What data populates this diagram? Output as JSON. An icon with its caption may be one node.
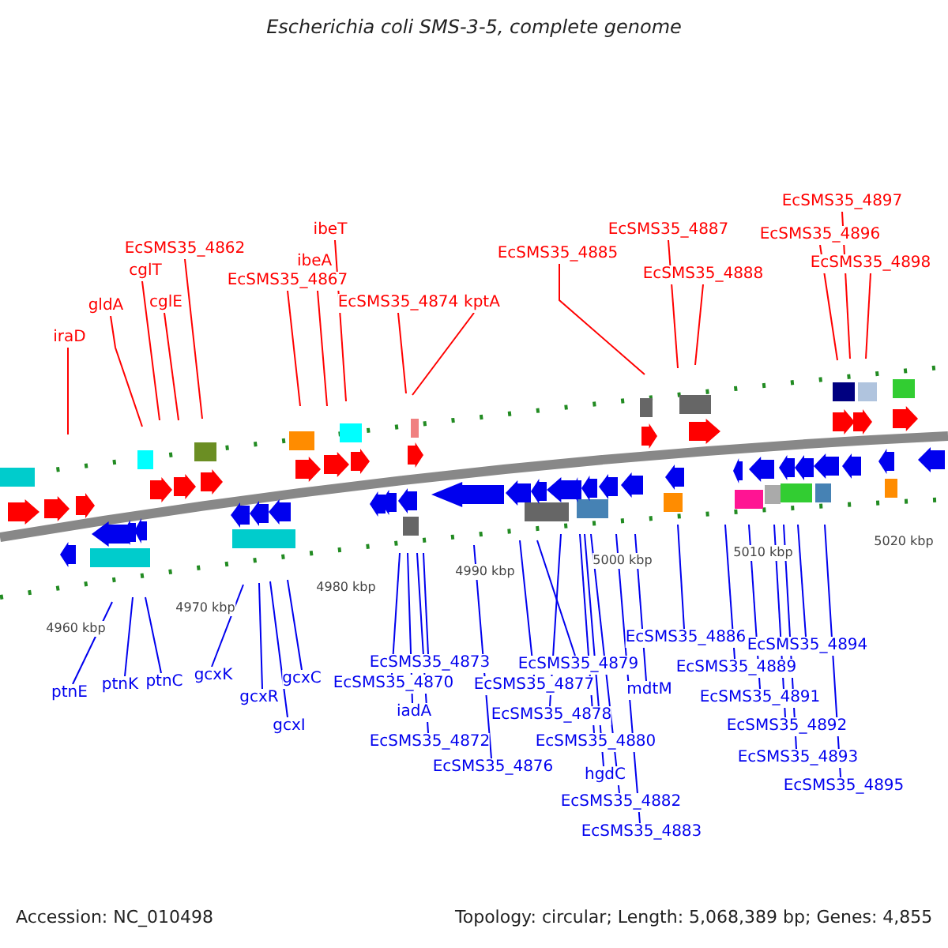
{
  "diagram": {
    "title": "Escherichia coli SMS-3-5, complete genome",
    "nodes": [
      {
        "text": [
          "iraD"
        ]
      },
      {
        "text": [
          "gldA"
        ]
      },
      {
        "text": [
          "cglT"
        ]
      },
      {
        "text": [
          "cglE"
        ]
      },
      {
        "text": [
          "EcSMS35_4862"
        ]
      },
      {
        "text": [
          "EcSMS35_4867"
        ]
      },
      {
        "text": [
          "ibeA"
        ]
      },
      {
        "text": [
          "ibeT"
        ]
      },
      {
        "text": [
          "EcSMS35_4874"
        ]
      },
      {
        "text": [
          "kptA"
        ]
      },
      {
        "text": [
          "EcSMS35_4885"
        ]
      },
      {
        "text": [
          "EcSMS35_4887"
        ]
      },
      {
        "text": [
          "EcSMS35_4888"
        ]
      },
      {
        "text": [
          "EcSMS35_4896"
        ]
      },
      {
        "text": [
          "EcSMS35_4897"
        ]
      },
      {
        "text": [
          "EcSMS35_4898"
        ]
      },
      {
        "text": [
          "ptnE"
        ]
      },
      {
        "text": [
          "ptnK"
        ]
      },
      {
        "text": [
          "ptnC"
        ]
      },
      {
        "text": [
          "gcxK"
        ]
      },
      {
        "text": [
          "gcxR"
        ]
      },
      {
        "text": [
          "gcxI"
        ]
      },
      {
        "text": [
          "gcxC"
        ]
      },
      {
        "text": [
          "EcSMS35_4873"
        ]
      },
      {
        "text": [
          "EcSMS35_4870"
        ]
      },
      {
        "text": [
          "iadA"
        ]
      },
      {
        "text": [
          "EcSMS35_4872"
        ]
      },
      {
        "text": [
          "EcSMS35_4876"
        ]
      },
      {
        "text": [
          "EcSMS35_4877"
        ]
      },
      {
        "text": [
          "EcSMS35_4879"
        ]
      },
      {
        "text": [
          "EcSMS35_4878"
        ]
      },
      {
        "text": [
          "EcSMS35_4880"
        ]
      },
      {
        "text": [
          "hgdC"
        ]
      },
      {
        "text": [
          "EcSMS35_4882"
        ]
      },
      {
        "text": [
          "EcSMS35_4883"
        ]
      },
      {
        "text": [
          "mdtM"
        ]
      },
      {
        "text": [
          "EcSMS35_4886"
        ]
      },
      {
        "text": [
          "EcSMS35_4889"
        ]
      },
      {
        "text": [
          "EcSMS35_4891"
        ]
      },
      {
        "text": [
          "EcSMS35_4892"
        ]
      },
      {
        "text": [
          "EcSMS35_4893"
        ]
      },
      {
        "text": [
          "EcSMS35_4894"
        ]
      },
      {
        "text": [
          "EcSMS35_4895"
        ]
      }
    ],
    "edges": [
      {
        "from": 0,
        "to": null,
        "arrow": "none",
        "color": "#ff0000"
      },
      {
        "from": 1,
        "to": null,
        "arrow": "none",
        "color": "#ff0000"
      },
      {
        "from": 2,
        "to": null,
        "arrow": "none",
        "color": "#ff0000"
      },
      {
        "from": 3,
        "to": null,
        "arrow": "none",
        "color": "#ff0000"
      },
      {
        "from": 4,
        "to": null,
        "arrow": "none",
        "color": "#ff0000"
      },
      {
        "from": 5,
        "to": null,
        "arrow": "none",
        "color": "#ff0000"
      },
      {
        "from": 6,
        "to": null,
        "arrow": "none",
        "color": "#ff0000"
      },
      {
        "from": 7,
        "to": null,
        "arrow": "none",
        "color": "#ff0000"
      },
      {
        "from": 8,
        "to": null,
        "arrow": "none",
        "color": "#ff0000"
      },
      {
        "from": 9,
        "to": null,
        "arrow": "none",
        "color": "#ff0000"
      },
      {
        "from": 10,
        "to": null,
        "arrow": "none",
        "color": "#ff0000"
      },
      {
        "from": 11,
        "to": null,
        "arrow": "none",
        "color": "#ff0000"
      },
      {
        "from": 12,
        "to": null,
        "arrow": "none",
        "color": "#ff0000"
      },
      {
        "from": 13,
        "to": null,
        "arrow": "none",
        "color": "#ff0000"
      },
      {
        "from": 14,
        "to": null,
        "arrow": "none",
        "color": "#ff0000"
      },
      {
        "from": 15,
        "to": null,
        "arrow": "none",
        "color": "#ff0000"
      },
      {
        "from": 16,
        "to": null,
        "arrow": "none"
      },
      {
        "from": 17,
        "to": null,
        "arrow": "none"
      },
      {
        "from": 18,
        "to": null,
        "arrow": "none"
      },
      {
        "from": 19,
        "to": null,
        "arrow": "none"
      },
      {
        "from": 20,
        "to": null,
        "arrow": "none"
      },
      {
        "from": 21,
        "to": null,
        "arrow": "none"
      },
      {
        "from": 22,
        "to": null,
        "arrow": "none"
      },
      {
        "from": 23,
        "to": null,
        "arrow": "none"
      },
      {
        "from": 24,
        "to": null,
        "arrow": "none"
      },
      {
        "from": 25,
        "to": null,
        "arrow": "none"
      },
      {
        "from": 26,
        "to": null,
        "arrow": "none"
      },
      {
        "from": 27,
        "to": null,
        "arrow": "none"
      },
      {
        "from": 28,
        "to": null,
        "arrow": "none"
      },
      {
        "from": 29,
        "to": null,
        "arrow": "none"
      },
      {
        "from": 30,
        "to": null,
        "arrow": "none"
      },
      {
        "from": 31,
        "to": null,
        "arrow": "none"
      },
      {
        "from": 32,
        "to": null,
        "arrow": "none"
      },
      {
        "from": 33,
        "to": null,
        "arrow": "none"
      },
      {
        "from": 34,
        "to": null,
        "arrow": "none"
      },
      {
        "from": 35,
        "to": null,
        "arrow": "none"
      },
      {
        "from": 36,
        "to": null,
        "arrow": "none"
      },
      {
        "from": 37,
        "to": null,
        "arrow": "none"
      },
      {
        "from": 38,
        "to": null,
        "arrow": "none"
      },
      {
        "from": 39,
        "to": null,
        "arrow": "none"
      },
      {
        "from": 40,
        "to": null,
        "arrow": "none"
      },
      {
        "from": 41,
        "to": null,
        "arrow": "none"
      },
      {
        "from": 42,
        "to": null,
        "arrow": "none"
      }
    ],
    "labels": [
      "4960 kbp",
      "4970 kbp",
      "4980 kbp",
      "4990 kbp",
      "5000 kbp",
      "5010 kbp",
      "5020 kbp",
      "Accession: NC_010498",
      "Topology: circular; Length: 5,068,389 bp; Genes: 4,855"
    ]
  }
}
